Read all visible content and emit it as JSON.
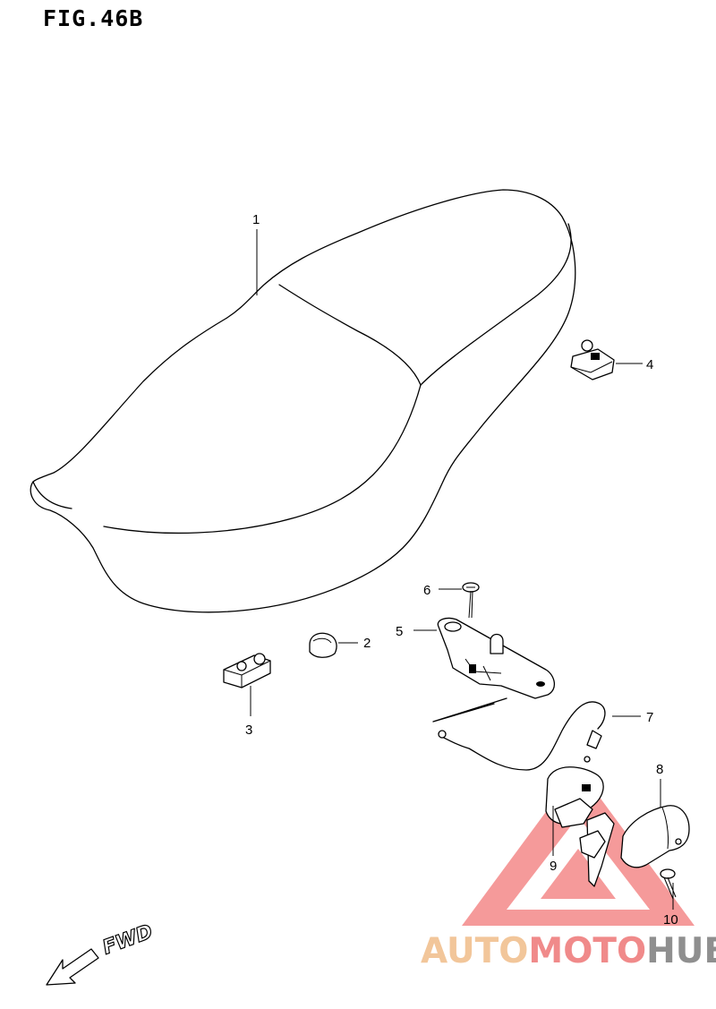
{
  "figure": {
    "title": "FIG.46B"
  },
  "callouts": [
    {
      "id": "1",
      "label": "1"
    },
    {
      "id": "2",
      "label": "2"
    },
    {
      "id": "3",
      "label": "3"
    },
    {
      "id": "4",
      "label": "4"
    },
    {
      "id": "5",
      "label": "5"
    },
    {
      "id": "6",
      "label": "6"
    },
    {
      "id": "7",
      "label": "7"
    },
    {
      "id": "8",
      "label": "8"
    },
    {
      "id": "9",
      "label": "9"
    },
    {
      "id": "10",
      "label": "10"
    }
  ],
  "direction": {
    "label": "FWD"
  },
  "watermark": {
    "part1": "AUTO",
    "part2": "MOTO",
    "part3": "HUB",
    "colors": {
      "auto": "#f2c69a",
      "moto": "#f08a8a",
      "hub": "#8f8f8f",
      "triangle": "#f06262"
    }
  }
}
